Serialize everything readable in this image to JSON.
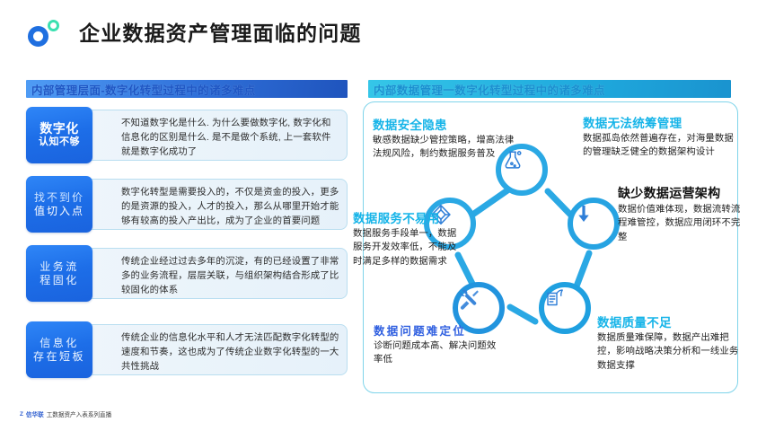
{
  "header": {
    "title": "企业数据资产管理面临的问题",
    "logo_icon": "ring-logo-icon"
  },
  "left_section": {
    "bar_label": "内部管理层面-数字化转型过程中的诸多难点",
    "rows": [
      {
        "tag_line1": "数字化",
        "tag_line2": "认知不够",
        "text": "不知道数字化是什么. 为什么要做数字化, 数字化和信息化的区别是什么. 是不是做个系统, 上一套软件就是数字化成功了"
      },
      {
        "tag_line1": "找不到价",
        "tag_line2": "值切入点",
        "text": "数字化转型是需要投入的，不仅是资金的投入，更多的是资源的投入，人才的投入，那么从哪里开始才能够有较高的投入产出比，成为了企业的首要问题"
      },
      {
        "tag_line1": "业务流",
        "tag_line2": "程固化",
        "text": "传统企业经过过去多年的沉淀，有的已经设置了非常多的业务流程，层层关联，与组织架构结合形成了比较固化的体系"
      },
      {
        "tag_line1": "信息化",
        "tag_line2": "存在短板",
        "text": "传统企业的信息化水平和人才无法匹配数字化转型的速度和节奏，这也成为了传统企业数字化转型的一大共性挑战"
      }
    ]
  },
  "right_section": {
    "bar_label": "内部数据管理一数字化转型过程中的诸多难点",
    "blocks": [
      {
        "title": "数据安全隐患",
        "text": "敏感数据缺少管控策略，增高法律法规风险，制约数据服务普及"
      },
      {
        "title": "数据无法统筹管理",
        "text": "数据孤岛依然普遍存在，对海量数据的管理缺乏健全的数据架构设计"
      },
      {
        "title": "数据服务不易用",
        "text": "数据服务手段单一，数据服务开发效率低，不能及时满足多样的数据需求"
      },
      {
        "title": "缺少数据运营架构",
        "text": "数据价值难体现，数据流转流程难管控，数据应用闭环不完整"
      },
      {
        "title": "数据问题难定位",
        "text": "诊断问题成本高、解决问题效率低"
      },
      {
        "title": "数据质量不足",
        "text": "数据质量难保障，数据产出难把控，影响战略决策分析和一线业务数据支撑"
      }
    ],
    "diagram_icons": [
      "flask-icon",
      "down-arrow-icon",
      "book-icon",
      "tools-icon",
      "cube-icon"
    ]
  },
  "footer": {
    "mark": "Z",
    "brand": "信华联",
    "text": "工数据资产入表系列直播"
  },
  "colors": {
    "brand_blue": "#1f6fe0",
    "brand_teal": "#3ae0b0",
    "cyan": "#16b4e8",
    "tag_blue": "#1d6ee8"
  }
}
